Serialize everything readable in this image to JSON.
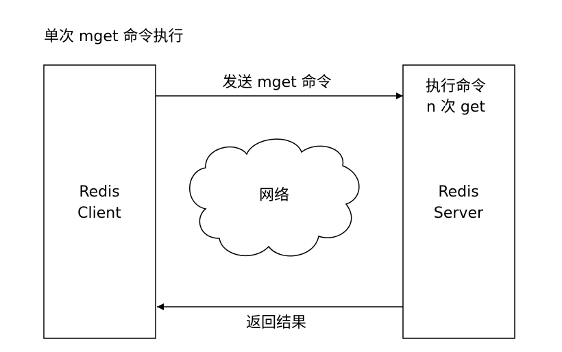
{
  "diagram": {
    "title": "单次 mget 命令执行",
    "client_box": {
      "line1": "Redis",
      "line2": "Client"
    },
    "server_box": {
      "line1": "Redis",
      "line2": "Server",
      "note_line1": "执行命令",
      "note_line2": "n 次 get"
    },
    "network_label": "网络",
    "request_arrow_label": "发送 mget 命令",
    "response_arrow_label": "返回结果"
  }
}
